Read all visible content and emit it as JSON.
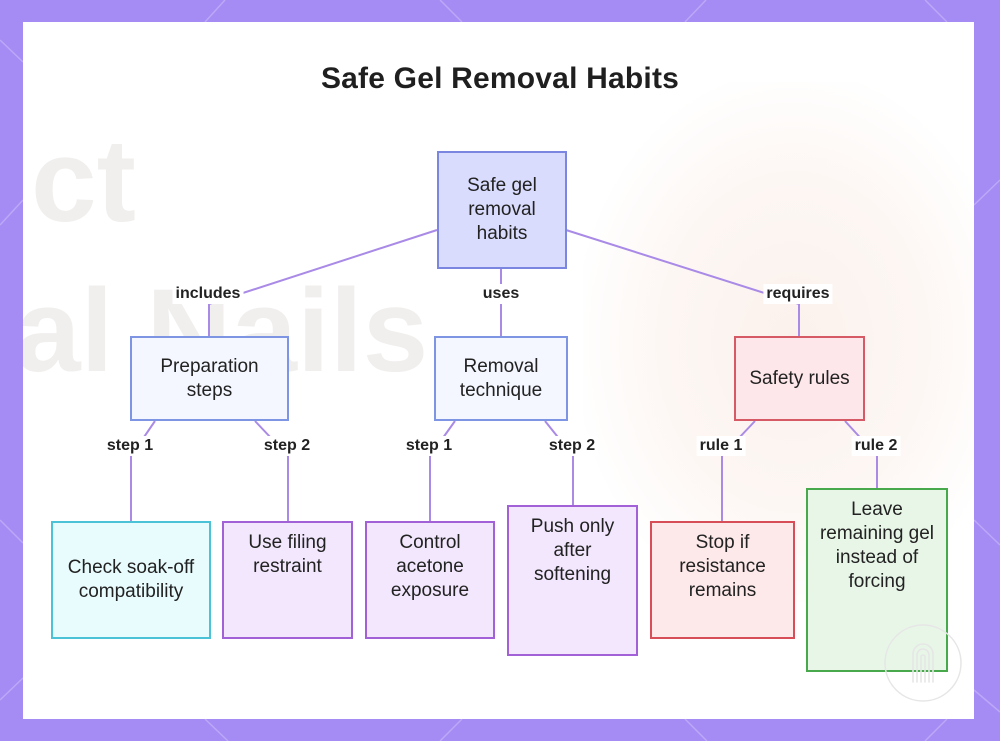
{
  "title": "Safe Gel Removal Habits",
  "colors": {
    "frame": "#a58cf5",
    "edge": "#a98ae6",
    "root_fill": "#d9dcfd",
    "safety_fill": "#fde7ea"
  },
  "watermark_icon": "nail-brand-icon",
  "background_text": [
    "ct",
    "al Nails"
  ],
  "root": {
    "label": "Safe gel removal habits"
  },
  "branches": [
    {
      "relation": "includes",
      "label": "Preparation steps",
      "children": [
        {
          "relation": "step 1",
          "label": "Check soak-off compatibility"
        },
        {
          "relation": "step 2",
          "label": "Use filing restraint"
        }
      ]
    },
    {
      "relation": "uses",
      "label": "Removal technique",
      "children": [
        {
          "relation": "step 1",
          "label": "Control acetone exposure"
        },
        {
          "relation": "step 2",
          "label": "Push only after softening"
        }
      ]
    },
    {
      "relation": "requires",
      "label": "Safety rules",
      "children": [
        {
          "relation": "rule 1",
          "label": "Stop if resistance remains"
        },
        {
          "relation": "rule 2",
          "label": "Leave remaining gel instead of forcing"
        }
      ]
    }
  ]
}
